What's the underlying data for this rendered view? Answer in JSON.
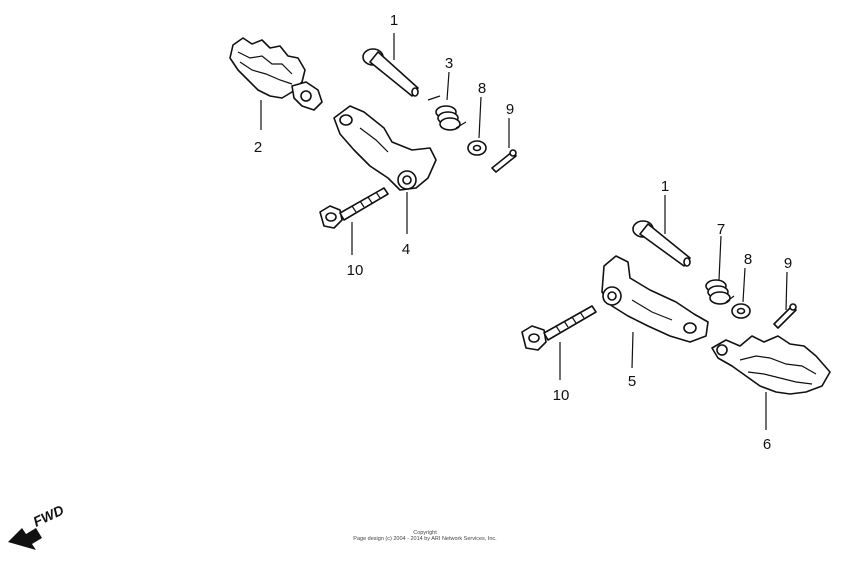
{
  "callouts": {
    "upper": {
      "n1": "1",
      "n2": "2",
      "n3": "3",
      "n4": "4",
      "n8": "8",
      "n9": "9",
      "n10": "10"
    },
    "lower": {
      "n1": "1",
      "n5": "5",
      "n6": "6",
      "n7": "7",
      "n8": "8",
      "n9": "9",
      "n10": "10"
    }
  },
  "fwd_label": "FWD",
  "copyright": {
    "line1": "Copyright",
    "line2": "Page design (c) 2004 - 2014 by ARI Network Services, Inc."
  }
}
